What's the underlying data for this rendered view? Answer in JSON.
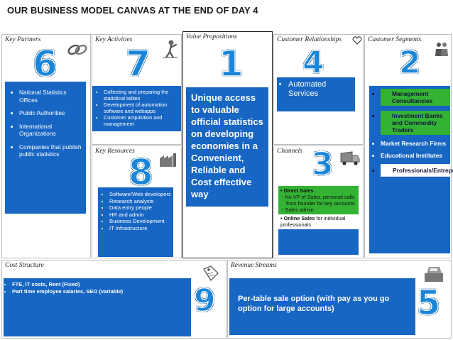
{
  "title": "OUR BUSINESS MODEL CANVAS AT THE END OF DAY 4",
  "key_partners": {
    "title": "Key Partners",
    "number": "6",
    "items": [
      "National Statistics Offices",
      "Public Authorities",
      "International Organizations",
      "Companies that publish public statistics"
    ]
  },
  "key_activities": {
    "title": "Key Activities",
    "number": "7",
    "items": [
      "Collecting and preparing the statistical tables",
      "Development of automation software and webapps",
      "Customer acquisition and management"
    ]
  },
  "key_resources": {
    "title": "Key Resources",
    "number": "8",
    "items": [
      "Software/Web developers",
      "Research analysts",
      "Data entry people",
      "HR and admin",
      "Business Development",
      "IT Infrastructure"
    ]
  },
  "value_propositions": {
    "title": "Value Propositions",
    "number": "1",
    "text": "Unique access to valuable official statistics on developing economies in a Convenient, Reliable and Cost effective way"
  },
  "customer_relationships": {
    "title": "Customer Relationships",
    "number": "4",
    "items": [
      "Automated Services"
    ]
  },
  "channels": {
    "title": "Channels",
    "number": "3",
    "direct_sales_label": "Direct Sales",
    "direct_sales_items": [
      "No VP of Sales, personal calls from founder for key accounts",
      "Sales admin"
    ],
    "online_sales_label": "Online Sales",
    "online_sales_rest": " for individual professionals"
  },
  "customer_segments": {
    "title": "Customer Segments",
    "number": "2",
    "items": [
      "Management Consultancies",
      "Investment Banks and Commodity Traders",
      "Market Research Firms",
      "Educational Institutes",
      "Professionals/Entrepreneur"
    ]
  },
  "cost_structure": {
    "title": "Cost Structure",
    "number": "9",
    "items": [
      "FTE, IT costs, Rent (Fixed)",
      "Part time employee salaries, SEO (variable)"
    ]
  },
  "revenue_streams": {
    "title": "Revenue Streams",
    "number": "5",
    "text": "Per-table sale option (with pay as you go option for large accounts)"
  },
  "colors": {
    "panel_blue": "#1766c4",
    "number_blue": "#1a86d9",
    "highlight_green": "#33b233",
    "border_gray": "#b9bcc0"
  },
  "icons": [
    "chain-link-icon",
    "worker-icon",
    "gift-icon",
    "heart-icon",
    "person-group-icon",
    "factory-icon",
    "truck-icon",
    "price-tag-icon",
    "cash-register-icon"
  ]
}
